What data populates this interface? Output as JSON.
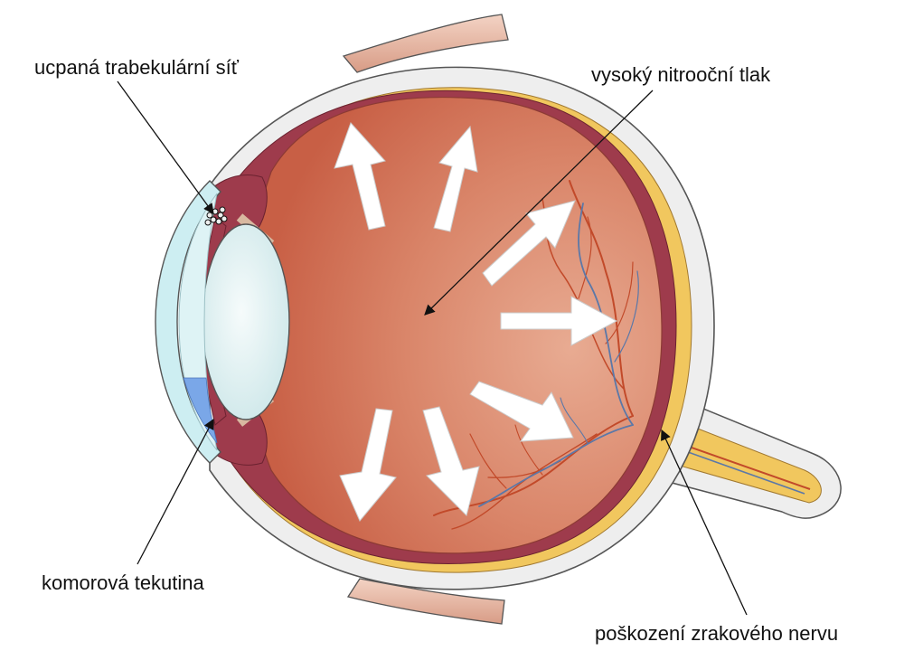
{
  "labels": {
    "blocked_trabecular_meshwork": "ucpaná trabekulární síť",
    "high_intraocular_pressure": "vysoký nitrooční tlak",
    "aqueous_humor": "komorová tekutina",
    "optic_nerve_damage": "poškození zrakového nervu"
  },
  "colors": {
    "vitreous": "#cf6c50",
    "vitreous_light": "#e6a48a",
    "retina_choroid": "#9e3b4c",
    "sclera": "#eeeeee",
    "nerve": "#f1c75e",
    "cornea": "#cdeef2",
    "lens": "#e4f4f4",
    "aqueous": "#7aa7e8",
    "arrow_fill": "#ffffff",
    "vessels_red": "#c24a2a",
    "vessels_blue": "#5b78a8"
  }
}
